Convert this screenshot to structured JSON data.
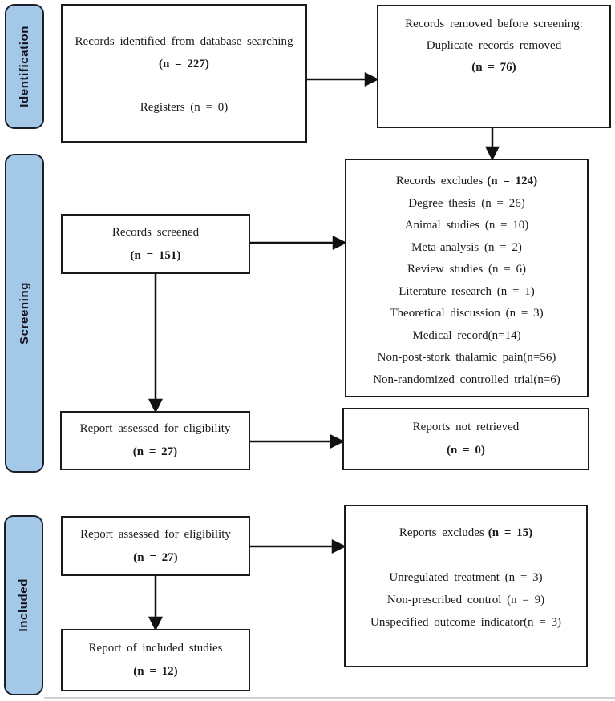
{
  "diagram": {
    "stages": [
      {
        "label": "Identification"
      },
      {
        "label": "Screening"
      },
      {
        "label": "Included"
      }
    ],
    "boxes": {
      "identified": {
        "title": "Records identified from database searching",
        "count": "(n = 227)",
        "secondary": "Registers (n = 0)"
      },
      "removed": {
        "title": "Records removed before screening:",
        "subtitle": "Duplicate records removed",
        "count": "(n = 76)"
      },
      "records_excluded": {
        "title": "Records excludes",
        "count": "(n = 124)",
        "items": [
          "Degree thesis (n = 26)",
          "Animal studies (n = 10)",
          "Meta-analysis (n = 2)",
          "Review studies (n = 6)",
          "Literature research (n = 1)",
          "Theoretical discussion (n = 3)",
          "Medical record(n=14)",
          "Non-post-stork thalamic pain(n=56)",
          "Non-randomized controlled trial(n=6)"
        ]
      },
      "screened": {
        "title": "Records screened",
        "count": "(n = 151)"
      },
      "assessed": {
        "title": "Report assessed for eligibility",
        "count": "(n = 27)"
      },
      "not_retrieved": {
        "title": "Reports not retrieved",
        "count": "(n = 0)"
      },
      "assessed2": {
        "title": "Report assessed for eligibility",
        "count": "(n = 27)"
      },
      "reports_excluded": {
        "title": "Reports excludes",
        "count": "(n = 15)",
        "items": [
          "Unregulated treatment (n = 3)",
          "Non-prescribed control (n = 9)",
          "Unspecified outcome indicator(n = 3)"
        ]
      },
      "included_studies": {
        "title": "Report of included studies",
        "count": "(n = 12)"
      }
    },
    "colors": {
      "stage_fill": "#A4C8E8",
      "stage_border": "#1b1f2a",
      "box_border": "#1a1a1a",
      "arrow": "#111111"
    }
  }
}
